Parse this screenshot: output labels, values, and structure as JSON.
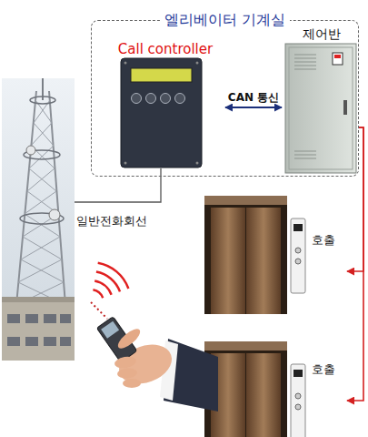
{
  "diagram": {
    "nodes": [
      {
        "text": [
          "엘리베이터 기계실"
        ]
      },
      {
        "text": [
          "Call controller"
        ],
        "in": 0
      },
      {
        "text": [
          "제어반"
        ],
        "in": 0
      },
      {
        "text": [
          "호출"
        ]
      },
      {
        "text": [
          "호출"
        ]
      }
    ],
    "edges": [
      {
        "from": 1,
        "to": 2,
        "arrow": "both",
        "label": "CAN 통신"
      },
      {
        "from": 2,
        "to": 3,
        "arrow": "to"
      },
      {
        "from": 2,
        "to": 4,
        "arrow": "to"
      }
    ],
    "labels": [
      "일반전화회선"
    ]
  }
}
